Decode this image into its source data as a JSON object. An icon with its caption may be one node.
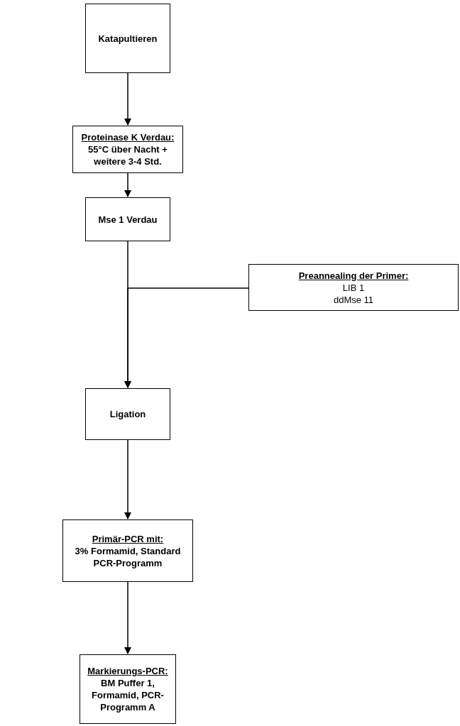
{
  "diagram": {
    "nodes": [
      {
        "text": [
          "Katapultieren"
        ]
      },
      {
        "text": [
          "Proteinase K Verdau:",
          "55°C über Nacht + weitere 3-4 Std."
        ]
      },
      {
        "text": [
          "Mse 1 Verdau"
        ]
      },
      {
        "text": [
          "Preannealing der Primer:",
          "LIB 1",
          "ddMse 11"
        ]
      },
      {
        "text": [
          "Ligation"
        ]
      },
      {
        "text": [
          "Primär-PCR mit:",
          "3% Formamid, Standard PCR-Programm"
        ]
      },
      {
        "text": [
          "Markierungs-PCR:",
          "BM Puffer 1, Formamid, PCR-Programm A"
        ]
      }
    ],
    "edges": [
      {
        "from": 0,
        "to": 1,
        "arrow": "to"
      },
      {
        "from": 1,
        "to": 2,
        "arrow": "to"
      },
      {
        "from": 2,
        "to": 4,
        "arrow": "to"
      },
      {
        "from": 3,
        "to": 4,
        "arrow": "to"
      },
      {
        "from": 4,
        "to": 5,
        "arrow": "to"
      },
      {
        "from": 5,
        "to": 6,
        "arrow": "to"
      }
    ]
  }
}
